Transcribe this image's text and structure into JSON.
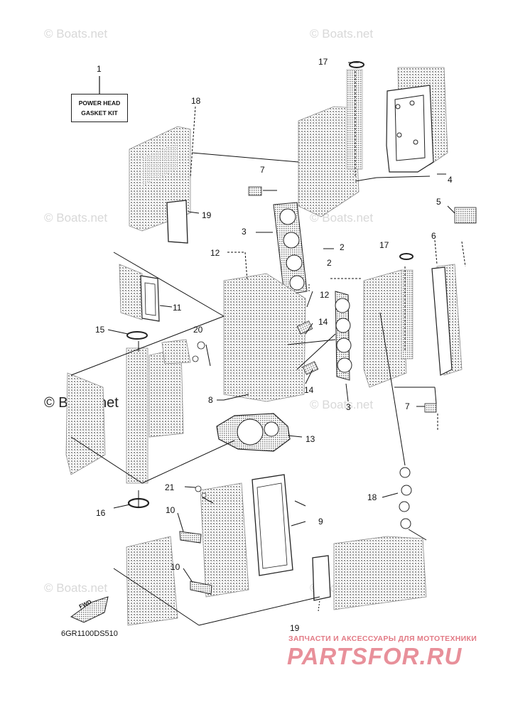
{
  "watermark": "© Boats.net",
  "kit_label": [
    "POWER HEAD",
    "GASKET KIT"
  ],
  "diagram_code": "6GR1100DS510",
  "fwd_label": "FWD",
  "banner": {
    "tagline": "ЗАПЧАСТИ И АКСЕССУАРЫ ДЛЯ МОТОТЕХНИКИ",
    "logo": "PARTSFOR.RU"
  },
  "callouts": [
    "1",
    "2",
    "2",
    "3",
    "3",
    "4",
    "5",
    "6",
    "7",
    "7",
    "8",
    "9",
    "10",
    "10",
    "11",
    "12",
    "12",
    "13",
    "14",
    "14",
    "15",
    "16",
    "17",
    "17",
    "18",
    "18",
    "19",
    "19",
    "20",
    "21"
  ]
}
